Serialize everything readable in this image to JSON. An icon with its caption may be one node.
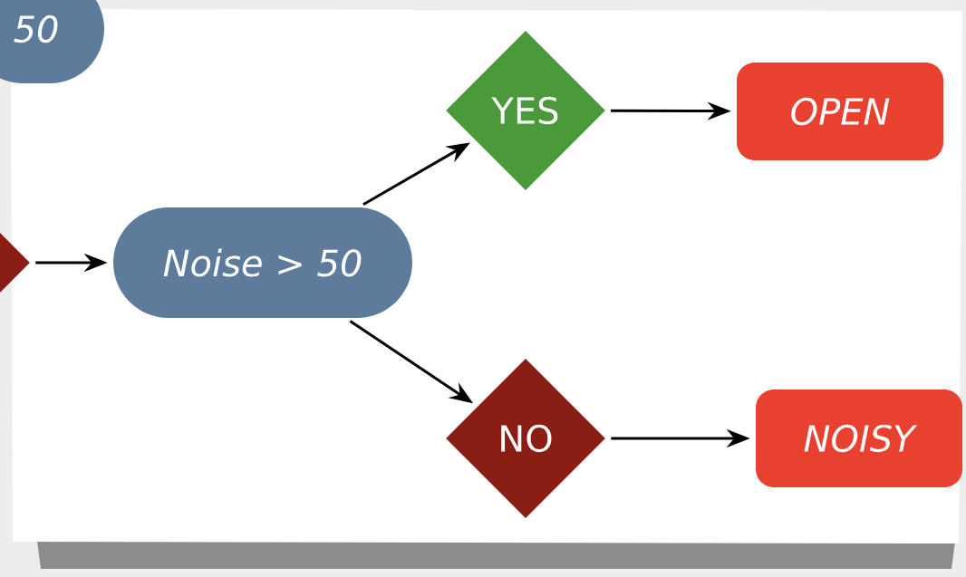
{
  "diagram": {
    "nodes": [
      {
        "text": [
          "50"
        ]
      },
      {
        "text": [],
        "shape": "diamond"
      },
      {
        "text": [
          "Noise > 50"
        ]
      },
      {
        "text": [
          "YES"
        ]
      },
      {
        "text": [
          "NO"
        ]
      },
      {
        "text": [
          "OPEN"
        ]
      },
      {
        "text": [
          "NOISY"
        ]
      }
    ],
    "edges": [
      {
        "from": 1,
        "to": 2,
        "arrow": "to"
      },
      {
        "from": 2,
        "to": 3,
        "arrow": "to"
      },
      {
        "from": 2,
        "to": 4,
        "arrow": "to"
      },
      {
        "from": 3,
        "to": 5,
        "arrow": "to"
      },
      {
        "from": 4,
        "to": 6,
        "arrow": "to"
      }
    ]
  }
}
